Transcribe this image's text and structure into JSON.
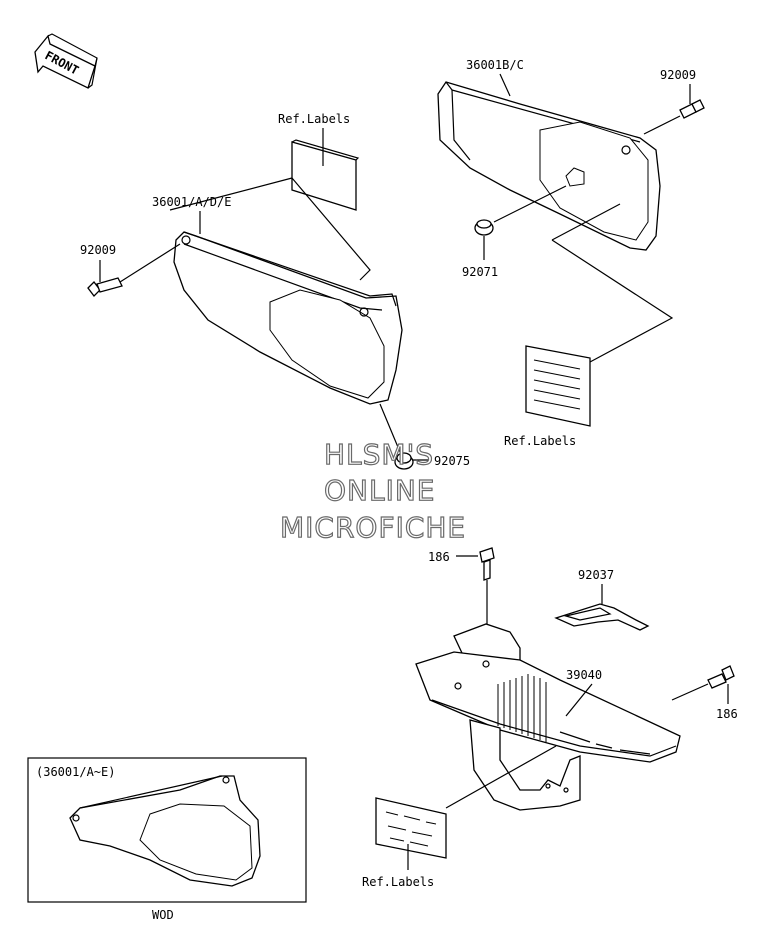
{
  "front_arrow": {
    "label": "FRONT",
    "icon": "front-direction-arrow-icon"
  },
  "callouts": {
    "side_cover_right": "36001B/C",
    "bolt_right_top": "92009",
    "ref_labels_top_left": "Ref.Labels",
    "side_cover_left": "36001/A/D/E",
    "bolt_left": "92009",
    "grommet": "92071",
    "ref_labels_right": "Ref.Labels",
    "damper": "92075",
    "bolt_186_top": "186",
    "clip_92037": "92037",
    "guard_39040": "39040",
    "bolt_186_right": "186",
    "ref_labels_bottom": "Ref.Labels"
  },
  "inset": {
    "title": "(36001/A~E)",
    "caption": "WOD"
  },
  "watermark": {
    "line1": "HLSM'S",
    "line2": "ONLINE",
    "line3": "MICROFICHE"
  },
  "colors": {
    "line": "#000000",
    "watermark_outline": "#6a6a6a",
    "background": "#ffffff"
  }
}
